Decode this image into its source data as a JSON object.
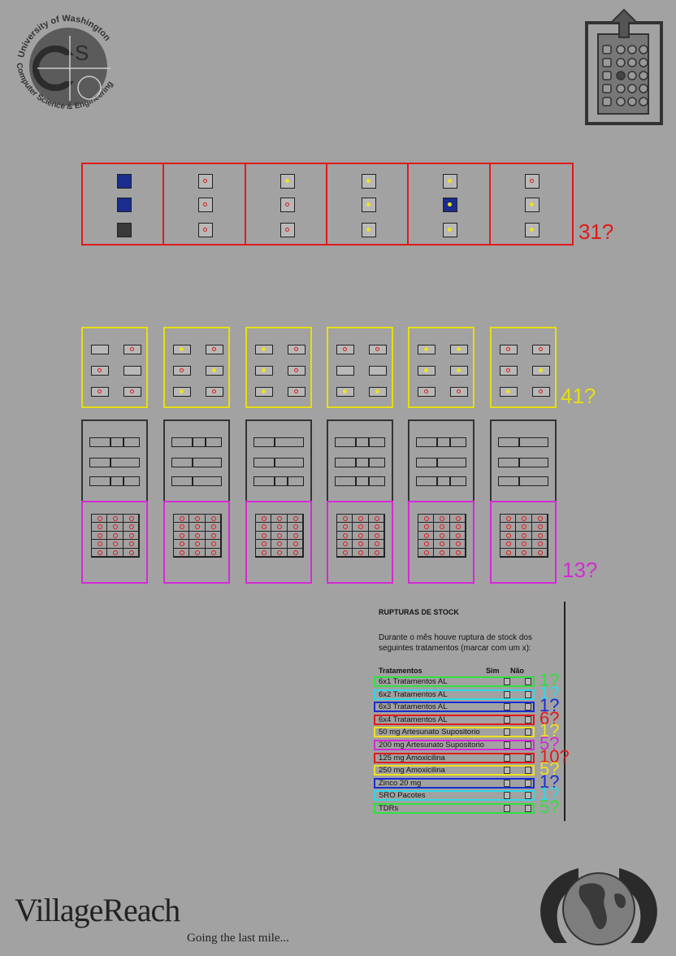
{
  "logos": {
    "uw_line1": "University of Washington",
    "uw_line2": "Computer Science & Engineering",
    "village_name": "VillageReach",
    "village_tagline": "Going the last mile..."
  },
  "group_labels": {
    "sec1": "31?",
    "sec2": "41?",
    "sec3": "13?"
  },
  "colors": {
    "red": "#e01a1a",
    "yellow": "#e6de10",
    "magenta": "#d42ad4",
    "blue": "#1a2c8c"
  },
  "stock": {
    "title": "RUPTURAS DE STOCK",
    "description": "Durante o mês houve ruptura de stock dos seguintes tratamentos (marcar com um x):",
    "col_treatments": "Tratamentos",
    "col_yes": "Sim",
    "col_no": "Não",
    "rows": [
      {
        "name": "6x1 Tratamentos AL",
        "label": "1?",
        "color": "#30e040"
      },
      {
        "name": "6x2 Tratamentos AL",
        "label": "1?",
        "color": "#30d8e8"
      },
      {
        "name": "6x3 Tratamentos AL",
        "label": "1?",
        "color": "#1a2cd0"
      },
      {
        "name": "6x4 Tratamentos AL",
        "label": "6?",
        "color": "#e01a1a"
      },
      {
        "name": "50 mg Artesunato Supositorio",
        "label": "1?",
        "color": "#f0e020"
      },
      {
        "name": "200 mg Artesunato Supositorio",
        "label": "5?",
        "color": "#d42ad4"
      },
      {
        "name": "125 mg Amoxicilina",
        "label": "10?",
        "color": "#e01a1a"
      },
      {
        "name": "250 mg Amoxicilina",
        "label": "5?",
        "color": "#f0e020"
      },
      {
        "name": "Zinco 20 mg",
        "label": "1?",
        "color": "#1a2cd0"
      },
      {
        "name": "SRO Pacotes",
        "label": "1?",
        "color": "#30d8e8"
      },
      {
        "name": "TDRs",
        "label": "5?",
        "color": "#30e040"
      }
    ]
  }
}
